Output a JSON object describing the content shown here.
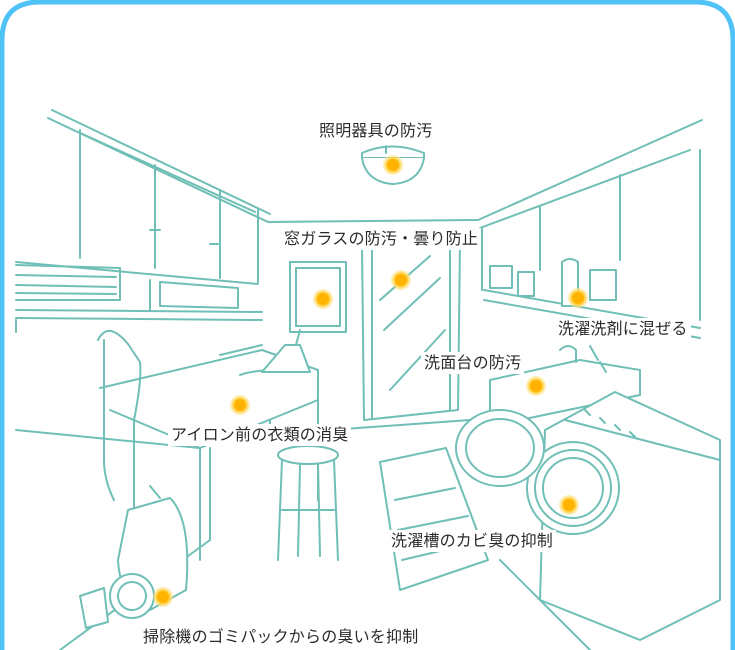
{
  "colors": {
    "frame": "#4fc3f7",
    "line_art": "#6fbfb6",
    "marker": "#ffb300"
  },
  "hotspots": [
    {
      "id": "lighting",
      "label": "照明器具の防汚"
    },
    {
      "id": "window",
      "label": "窓ガラスの防汚・曇り防止"
    },
    {
      "id": "detergent",
      "label": "洗濯洗剤に混ぜる"
    },
    {
      "id": "washbasin",
      "label": "洗面台の防汚"
    },
    {
      "id": "ironing",
      "label": "アイロン前の衣類の消臭"
    },
    {
      "id": "washer-tub",
      "label": "洗濯槽のカビ臭の抑制"
    },
    {
      "id": "vacuum",
      "label": "掃除機のゴミパックからの臭いを抑制"
    }
  ]
}
